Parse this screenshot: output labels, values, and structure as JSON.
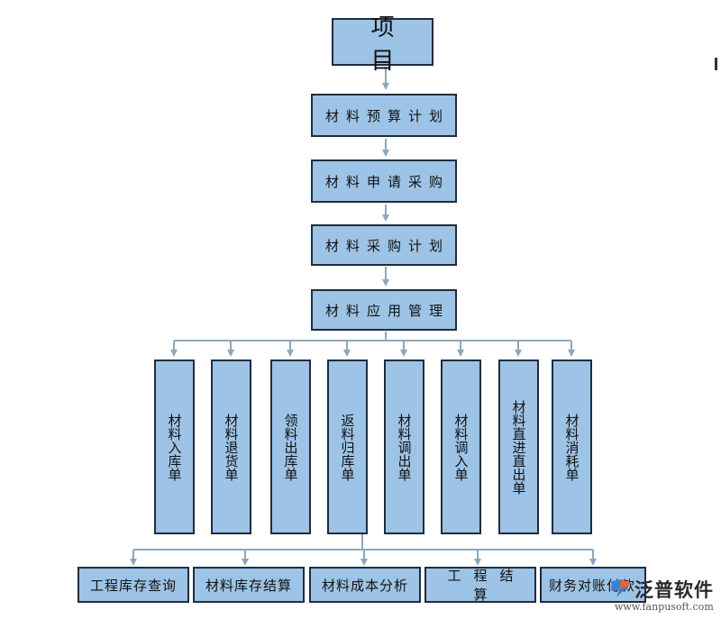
{
  "root": "项目",
  "steps": [
    "材料预算计划",
    "材料申请采购",
    "材料采购计划",
    "材料应用管理"
  ],
  "documents": [
    "材料入库单",
    "材料退货单",
    "领料出库单",
    "返料归库单",
    "材料调出单",
    "材料调入单",
    "材料直进直出单",
    "材料消耗单"
  ],
  "reports": [
    "工程库存查询",
    "材料库存结算",
    "材料成本分析",
    "工程结算",
    "财务对账付款"
  ],
  "logo": {
    "text": "泛普软件",
    "url": "www.fanpusoft.com"
  },
  "colors": {
    "box_fill": "#9dc3e6",
    "box_border": "#1f2d3d",
    "connector": "#8aa8bd"
  }
}
